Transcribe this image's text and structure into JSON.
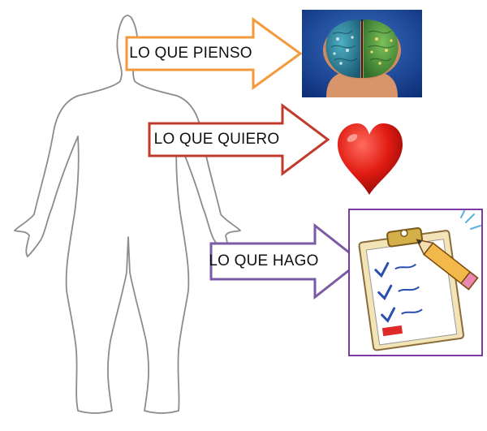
{
  "arrows": [
    {
      "label": "LO QUE PIENSO",
      "color": "#f39a3c"
    },
    {
      "label": "LO QUE QUIERO",
      "color": "#c0392b"
    },
    {
      "label": "LO QUE HAGO",
      "color": "#7b5aa6"
    }
  ],
  "pictures": [
    {
      "icon": "brain-icon"
    },
    {
      "icon": "heart-icon"
    },
    {
      "icon": "clipboard-checklist-icon"
    }
  ]
}
